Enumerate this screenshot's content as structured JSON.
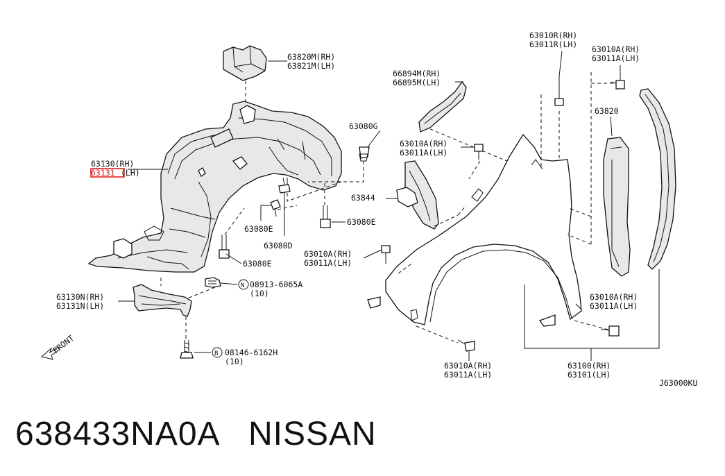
{
  "labels": {
    "l_63820M": "63820M(RH)",
    "l_63821M": "63821M(LH)",
    "l_63010R": "63010R(RH)",
    "l_63011R": "63011R(LH)",
    "l_63010A_top": "63010A(RH)",
    "l_63011A_top": "63011A(LH)",
    "l_66894M": "66894M(RH)",
    "l_66895M": "66895M(LH)",
    "l_63820": "63820",
    "l_63080G": "63080G",
    "l_63010A_mid": "63010A(RH)",
    "l_63011A_mid": "63011A(LH)",
    "l_63130": "63130(RH)",
    "l_63131": "63131",
    "l_63131_suffix": "(LH)",
    "l_63844": "63844",
    "l_63080E_right": "63080E",
    "l_63080E_left": "63080E",
    "l_63080D": "63080D",
    "l_63010A_low": "63010A(RH)",
    "l_63011A_low": "63011A(LH)",
    "l_63080E_bottom": "63080E",
    "l_08913": "08913-6065A",
    "l_08913_sym": "N",
    "l_08913_qty": "(10)",
    "l_63130N": "63130N(RH)",
    "l_63131N": "63131N(LH)",
    "l_63010A_right": "63010A(RH)",
    "l_63011A_right": "63011A(LH)",
    "l_front": "FRONT",
    "l_08146": "08146-6162H",
    "l_08146_sym": "B",
    "l_08146_qty": "(10)",
    "l_63010A_bot": "63010A(RH)",
    "l_63011A_bot": "63011A(LH)",
    "l_63100": "63100(RH)",
    "l_63101": "63101(LH)",
    "l_code": "J63000KU"
  },
  "footer": {
    "part_number": "638433NA0A",
    "brand": "NISSAN"
  },
  "colors": {
    "highlight": "#e0201c"
  }
}
